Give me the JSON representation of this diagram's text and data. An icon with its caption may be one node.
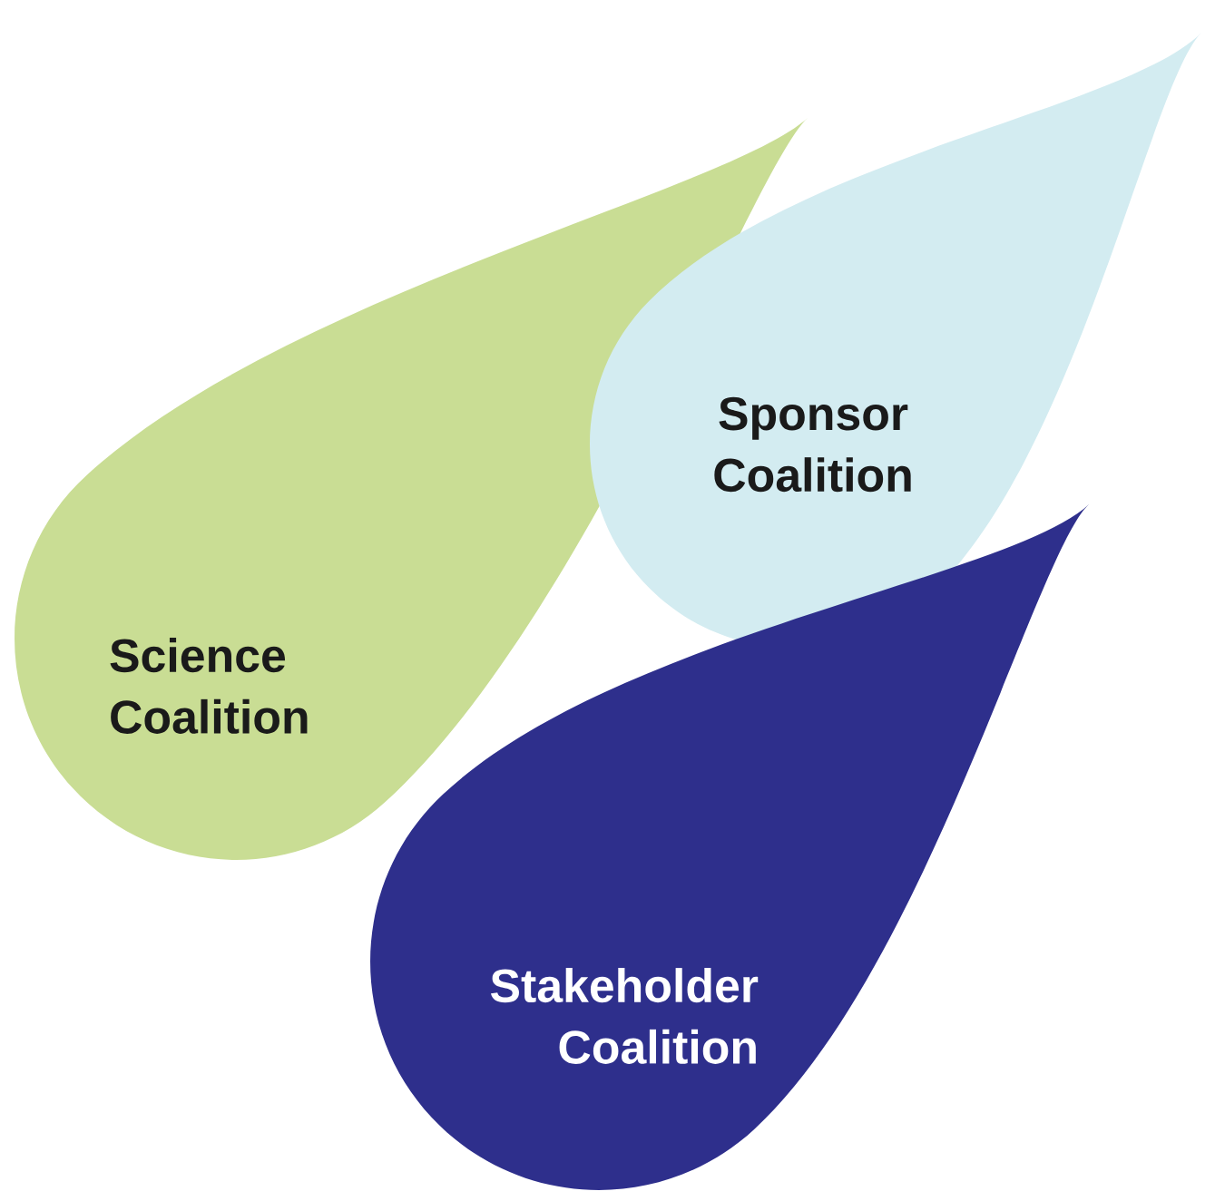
{
  "diagram": {
    "nodes": [
      {
        "text": [
          "Science Coalition"
        ]
      },
      {
        "text": [
          "Sponsor Coalition"
        ]
      },
      {
        "text": [
          "Stakeholder Coalition"
        ]
      }
    ]
  }
}
